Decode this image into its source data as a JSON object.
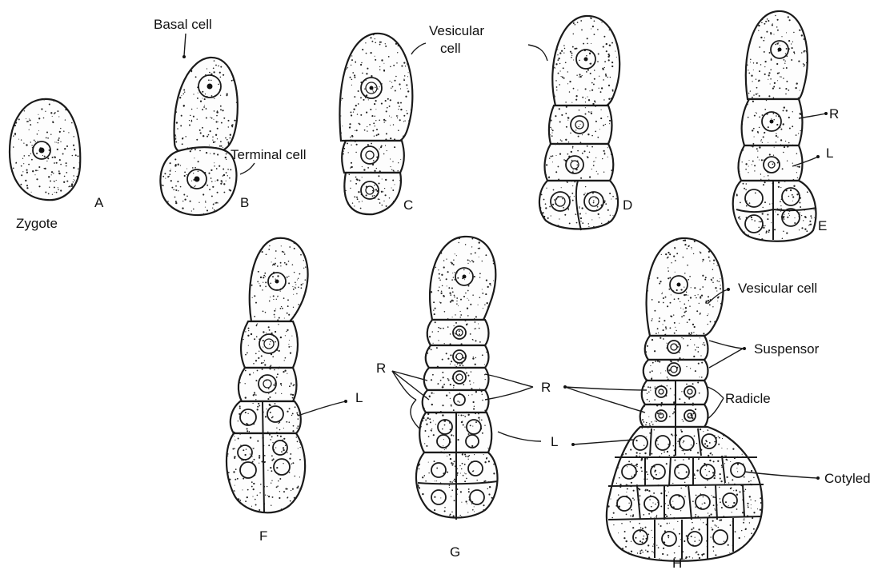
{
  "stages": {
    "A": "A",
    "B": "B",
    "C": "C",
    "D": "D",
    "E": "E",
    "F": "F",
    "G": "G",
    "H": "H"
  },
  "labels": {
    "zygote": "Zygote",
    "basal_cell": "Basal cell",
    "terminal_cell": "Terminal cell",
    "vesicular_cell_c_line1": "Vesicular",
    "vesicular_cell_c_line2": "cell",
    "e_r": "R",
    "e_l": "L",
    "f_l": "L",
    "g_r_left": "R",
    "g_r_right": "R",
    "g_l": "L",
    "vesicular_cell_h": "Vesicular cell",
    "suspensor": "Suspensor",
    "radicle": "Radicle",
    "cotyledon": "Cotyledon"
  }
}
